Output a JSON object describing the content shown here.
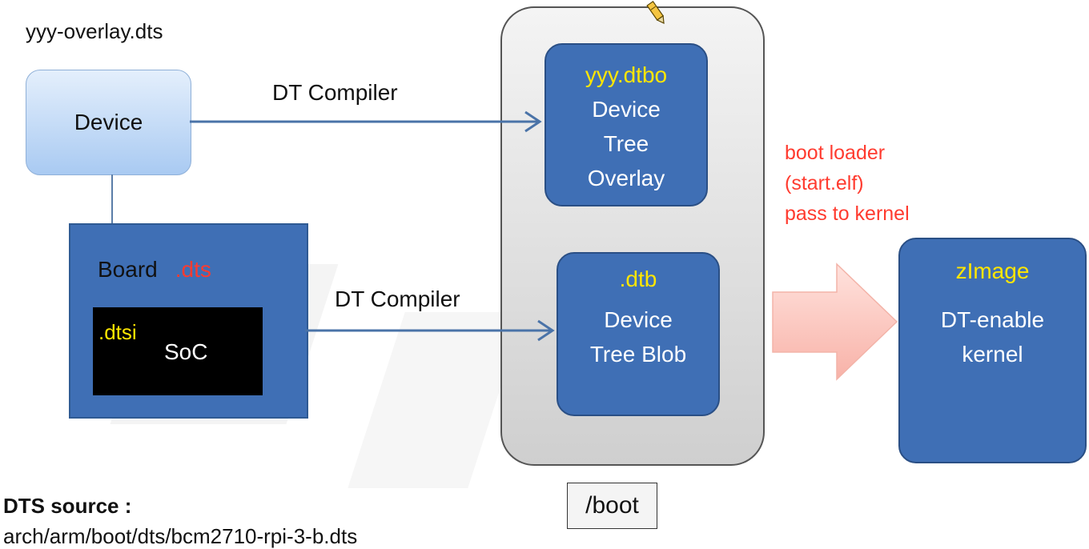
{
  "overlay_file": "yyy-overlay.dts",
  "device": "Device",
  "board": {
    "label": "Board",
    "ext": ".dts"
  },
  "soc": {
    "ext": ".dtsi",
    "label": "SoC"
  },
  "compiler_top": "DT  Compiler",
  "compiler_bottom": "DT  Compiler",
  "dtbo": {
    "ext": "yyy.dtbo",
    "lines": [
      "Device",
      "Tree",
      "Overlay"
    ]
  },
  "dtb": {
    "ext": ".dtb",
    "lines": [
      "Device",
      "Tree Blob"
    ]
  },
  "boot_partition": "/boot",
  "bootloader": [
    "boot loader",
    "(start.elf)",
    "pass to kernel"
  ],
  "kernel": {
    "image": "zImage",
    "lines": [
      "DT-enable",
      "kernel"
    ]
  },
  "dts_source": {
    "label": "DTS source :",
    "path": "arch/arm/boot/dts/bcm2710-rpi-3-b.dts"
  },
  "colors": {
    "box_blue": "#3f6fb5",
    "highlight_yellow": "#ffe600",
    "highlight_red": "#ff3b2f"
  },
  "icons": {
    "pen": "pen-icon",
    "arrow": "big-arrow-icon"
  }
}
